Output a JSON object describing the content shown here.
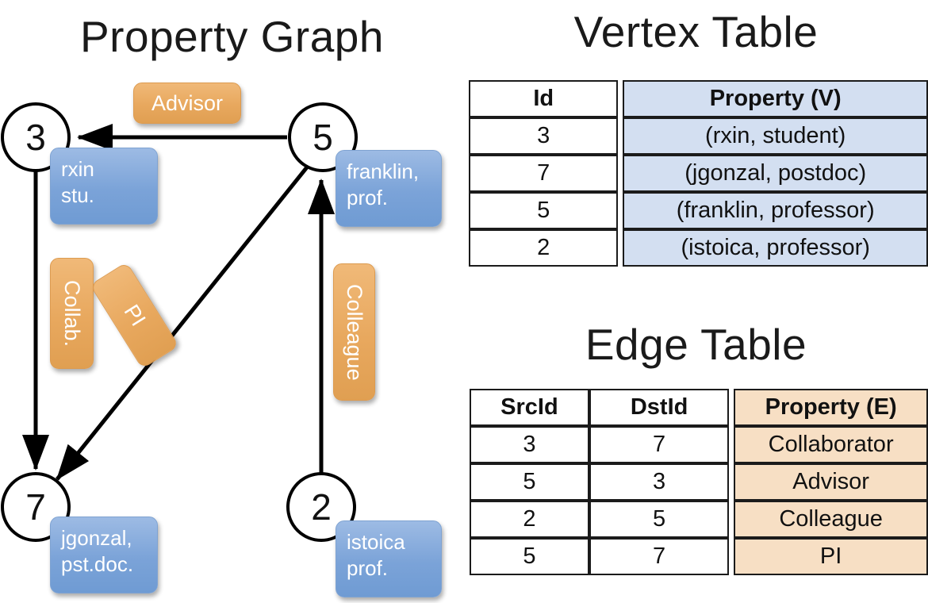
{
  "titles": {
    "property_graph": "Property Graph",
    "vertex_table": "Vertex Table",
    "edge_table": "Edge Table"
  },
  "colors": {
    "vertex_fill": "#d3dff1",
    "edge_fill": "#f7dfc4",
    "property_box": "#7ba3d8",
    "edge_label_box": "#e8a85e",
    "stroke": "#000000",
    "background": "#ffffff"
  },
  "graph": {
    "nodes": [
      {
        "id": "3",
        "property": "rxin\nstu."
      },
      {
        "id": "5",
        "property": "franklin,\nprof."
      },
      {
        "id": "7",
        "property": "jgonzal,\npst.doc."
      },
      {
        "id": "2",
        "property": "istoica\nprof."
      }
    ],
    "node_labels": {
      "n3": "3",
      "n5": "5",
      "n7": "7",
      "n2": "2"
    },
    "property_labels": {
      "rxin_line1": "rxin",
      "rxin_line2": "stu.",
      "franklin_line1": "franklin,",
      "franklin_line2": "prof.",
      "jgonzal_line1": "jgonzal,",
      "jgonzal_line2": "pst.doc.",
      "istoica_line1": "istoica",
      "istoica_line2": "prof."
    },
    "edge_labels": {
      "advisor": "Advisor",
      "collab": "Collab.",
      "pi": "PI",
      "colleague": "Colleague"
    },
    "edges": [
      {
        "from": "5",
        "to": "3",
        "label": "Advisor"
      },
      {
        "from": "3",
        "to": "7",
        "label": "Collab."
      },
      {
        "from": "5",
        "to": "7",
        "label": "PI"
      },
      {
        "from": "2",
        "to": "5",
        "label": "Colleague"
      }
    ]
  },
  "vertex_table": {
    "headers": {
      "id": "Id",
      "property": "Property (V)"
    },
    "rows": [
      {
        "id": "3",
        "property": "(rxin, student)"
      },
      {
        "id": "7",
        "property": "(jgonzal, postdoc)"
      },
      {
        "id": "5",
        "property": "(franklin, professor)"
      },
      {
        "id": "2",
        "property": "(istoica, professor)"
      }
    ]
  },
  "edge_table": {
    "headers": {
      "src": "SrcId",
      "dst": "DstId",
      "property": "Property (E)"
    },
    "rows": [
      {
        "src": "3",
        "dst": "7",
        "property": "Collaborator"
      },
      {
        "src": "5",
        "dst": "3",
        "property": "Advisor"
      },
      {
        "src": "2",
        "dst": "5",
        "property": "Colleague"
      },
      {
        "src": "5",
        "dst": "7",
        "property": "PI"
      }
    ]
  }
}
